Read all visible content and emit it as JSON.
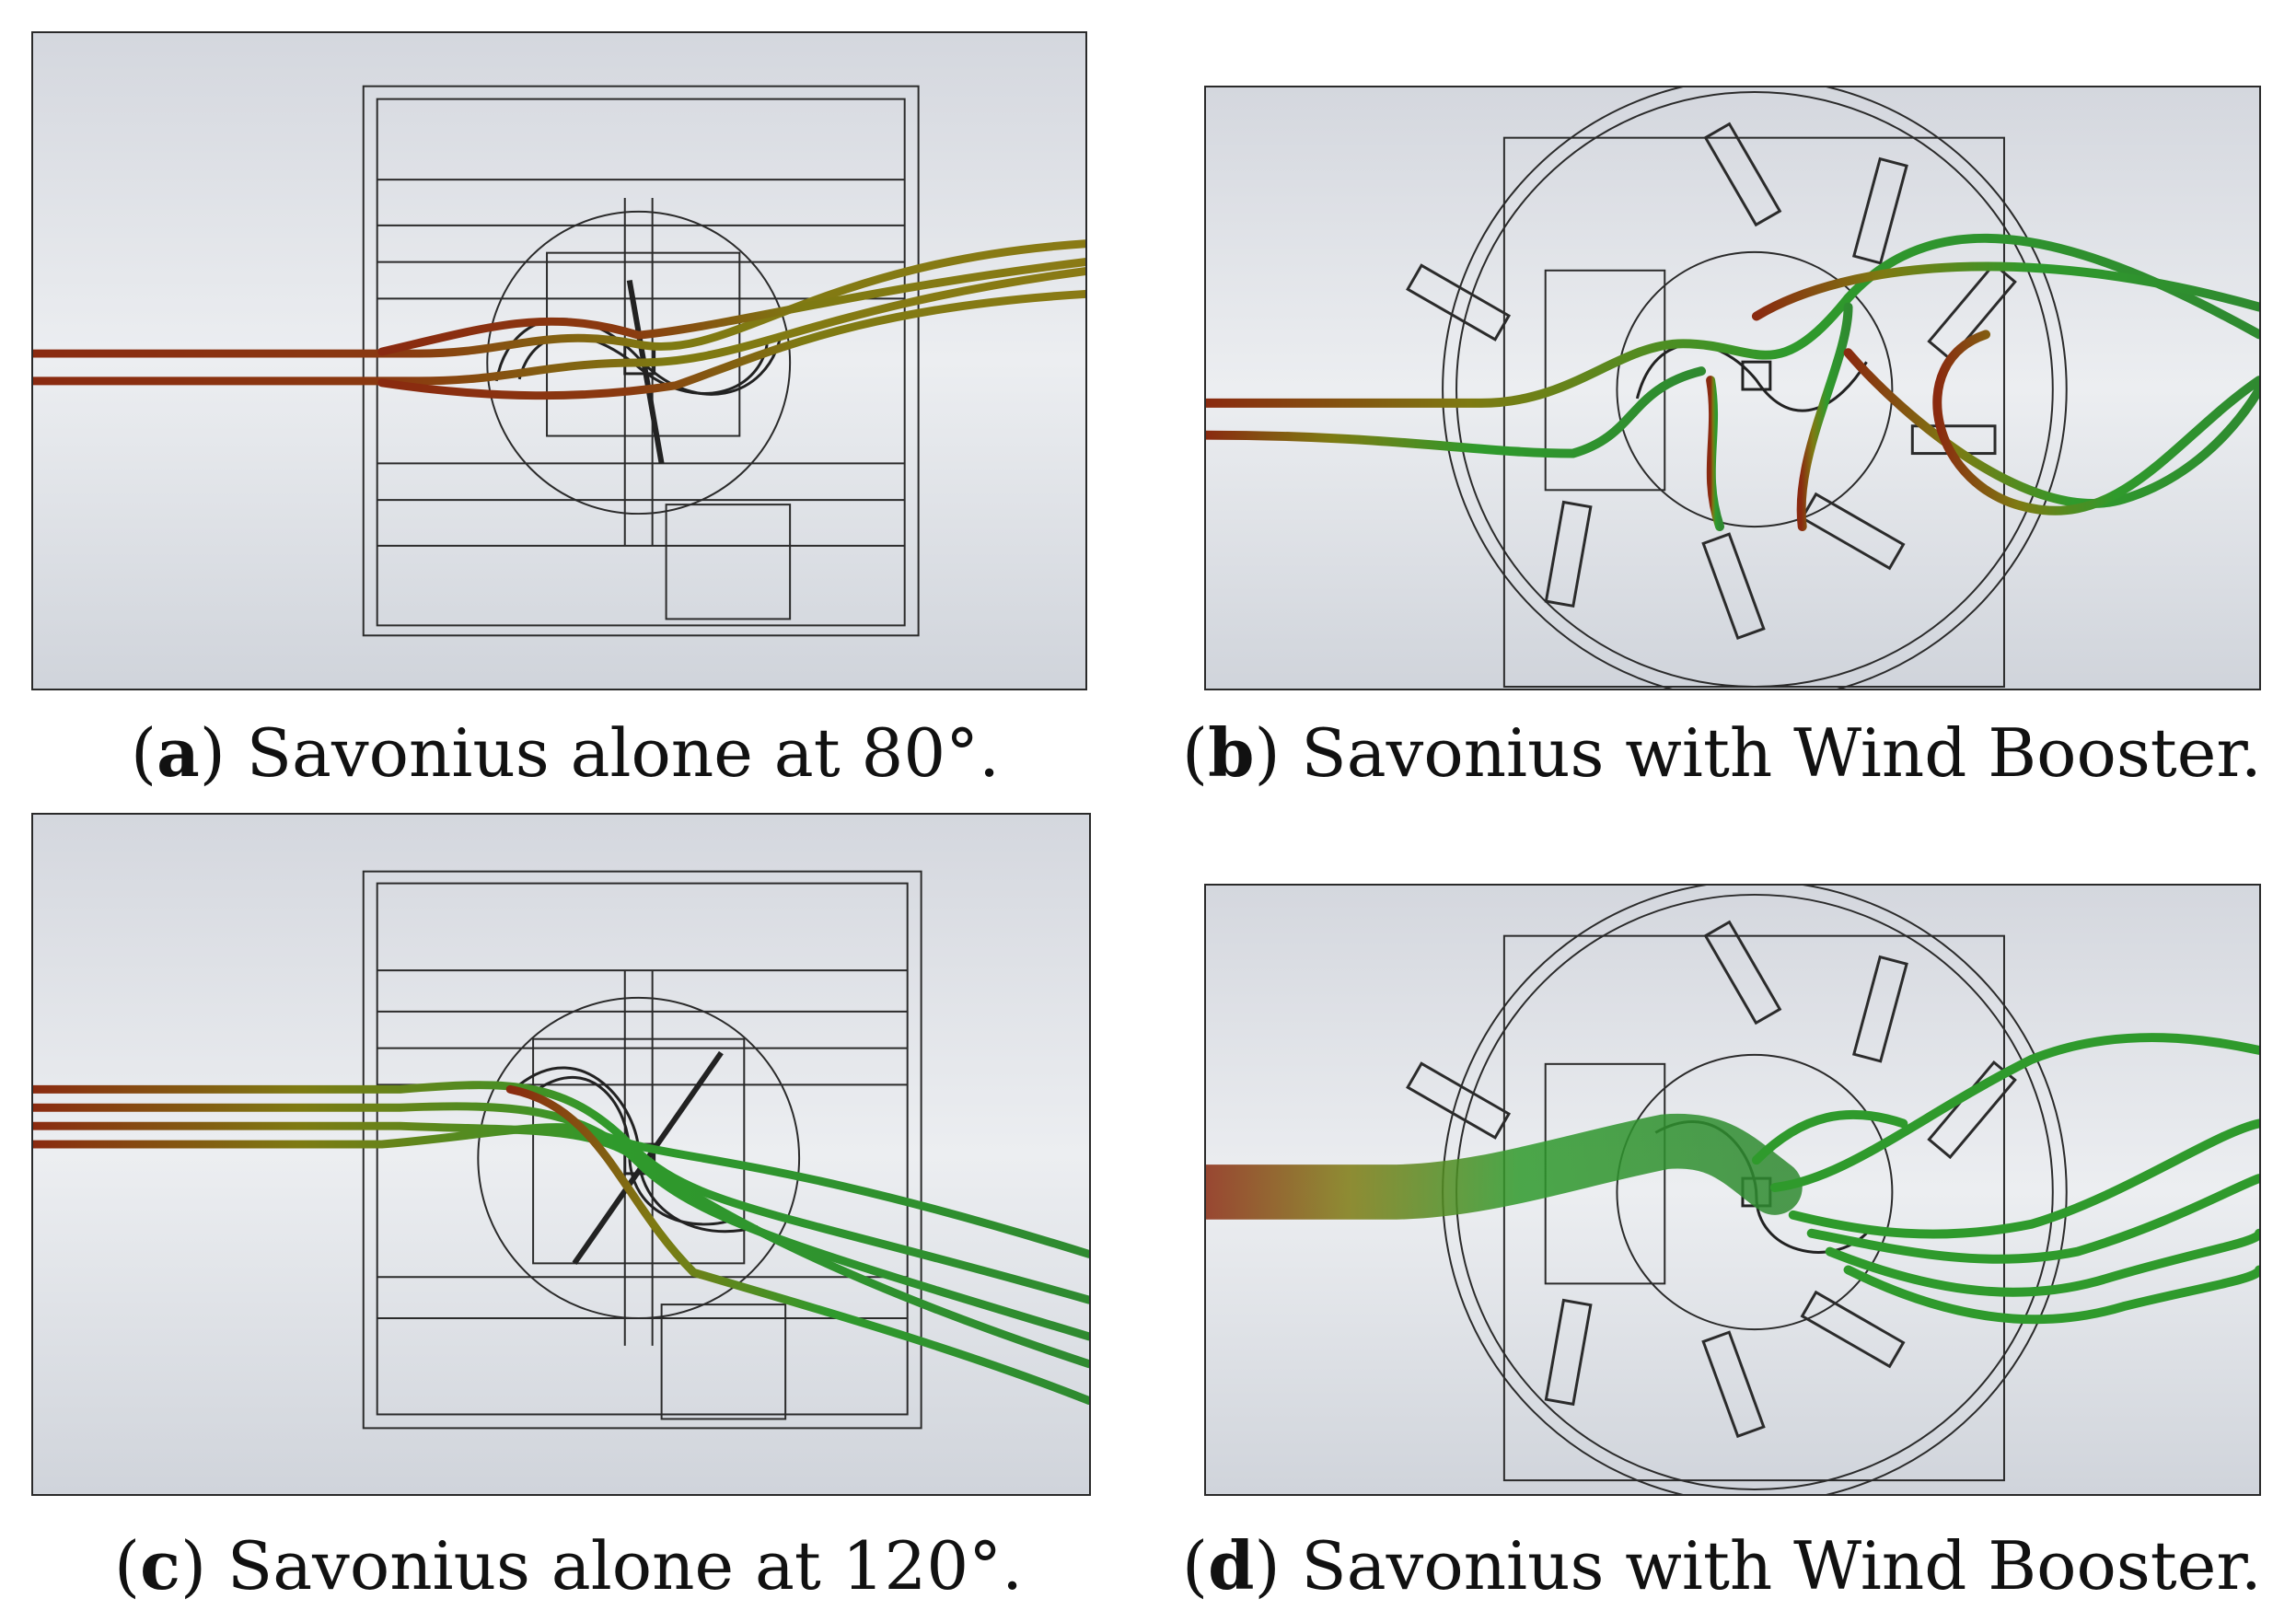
{
  "captions": {
    "a": {
      "letter": "a",
      "text": ") Savonius alone at 80°."
    },
    "b": {
      "letter": "b",
      "text": ") Savonius with Wind Booster."
    },
    "c": {
      "letter": "c",
      "text": ") Savonius alone at 120°."
    },
    "d": {
      "letter": "d",
      "text": ") Savonius with Wind Booster."
    }
  },
  "colors": {
    "background_light": "#eceef1",
    "background_dark": "#cdd1d9",
    "wireframe": "#2b2b2b",
    "stream_inlet": "#8a2a10",
    "stream_mid": "#7e7a12",
    "stream_outlet": "#2f9a2c"
  },
  "icons": {
    "streamlines": "flow-streamline-icon",
    "rotor": "savonius-rotor-icon",
    "booster": "wind-booster-guide-vanes-icon"
  }
}
